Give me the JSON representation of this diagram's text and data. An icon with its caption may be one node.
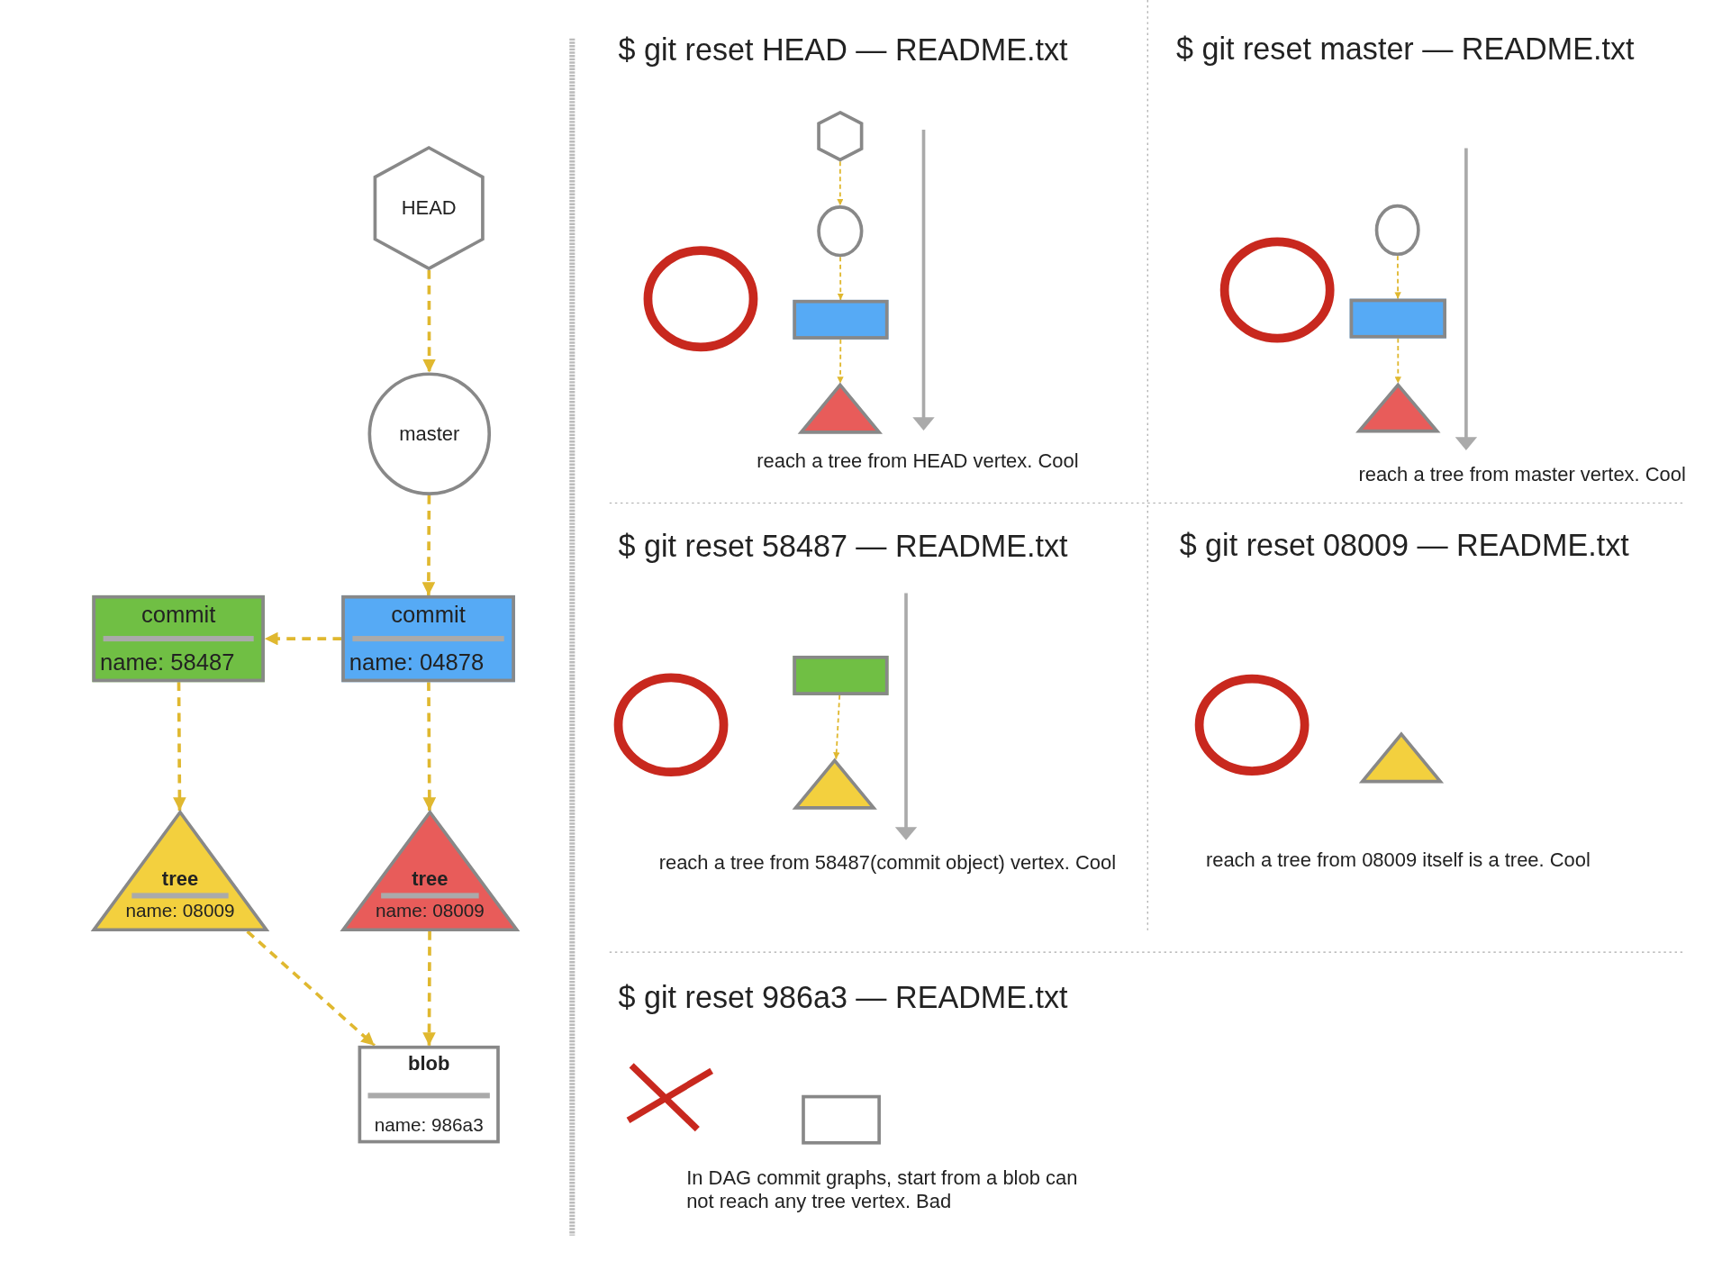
{
  "diagram": {
    "nodes": [
      {
        "text": [
          "HEAD"
        ]
      },
      {
        "text": [
          "master"
        ]
      },
      {
        "text": [
          "commit",
          "name: 58487"
        ]
      },
      {
        "text": [
          "commit",
          "name: 04878"
        ]
      },
      {
        "text": [
          "tree",
          "name: 08009"
        ]
      },
      {
        "text": [
          "tree",
          "name: 08009"
        ]
      },
      {
        "text": [
          "blob",
          "name: 986a3"
        ]
      },
      {
        "text": [],
        "shape": "hexagon"
      },
      {
        "text": [],
        "shape": "circle"
      },
      {
        "text": [],
        "shape": "box"
      },
      {
        "text": [],
        "shape": "triangle"
      },
      {
        "text": [],
        "shape": "circle"
      },
      {
        "text": [],
        "shape": "box"
      },
      {
        "text": [],
        "shape": "triangle"
      },
      {
        "text": [],
        "shape": "box"
      },
      {
        "text": [],
        "shape": "triangle"
      },
      {
        "text": [],
        "shape": "triangle"
      },
      {
        "text": [],
        "shape": "box"
      },
      {
        "text": [],
        "shape": "circle"
      },
      {
        "text": [],
        "shape": "circle"
      },
      {
        "text": [],
        "shape": "circle"
      },
      {
        "text": [],
        "shape": "circle"
      }
    ],
    "edges": [
      {
        "from": 0,
        "to": 1,
        "arrow": "to",
        "style": "dashed"
      },
      {
        "from": 1,
        "to": 3,
        "arrow": "to",
        "style": "dashed"
      },
      {
        "from": 3,
        "to": 2,
        "arrow": "to",
        "style": "dashed"
      },
      {
        "from": 2,
        "to": 4,
        "arrow": "to",
        "style": "dashed"
      },
      {
        "from": 3,
        "to": 5,
        "arrow": "to",
        "style": "dashed"
      },
      {
        "from": 4,
        "to": 6,
        "arrow": "to",
        "style": "dashed"
      },
      {
        "from": 5,
        "to": 6,
        "arrow": "to",
        "style": "dashed"
      },
      {
        "from": 7,
        "to": 8,
        "arrow": "to",
        "style": "dashed"
      },
      {
        "from": 8,
        "to": 9,
        "arrow": "to",
        "style": "dashed"
      },
      {
        "from": 9,
        "to": 10,
        "arrow": "to",
        "style": "dashed"
      },
      {
        "from": 11,
        "to": 12,
        "arrow": "to",
        "style": "dashed"
      },
      {
        "from": 12,
        "to": 13,
        "arrow": "to",
        "style": "dashed"
      },
      {
        "from": 14,
        "to": 15,
        "arrow": "to",
        "style": "dashed"
      }
    ],
    "labels": [
      "$ git reset HEAD — README.txt",
      "$ git reset master — README.txt",
      "reach a tree from HEAD vertex. Cool",
      "reach a tree from master vertex. Cool",
      "$ git reset 58487 — README.txt",
      "$ git reset 08009 — README.txt",
      "reach a tree from 58487(commit object) vertex. Cool",
      "reach a tree from 08009 itself is a tree. Cool",
      "$ git reset 986a3 — README.txt",
      "In DAG commit graphs, start from a blob can not reach any tree vertex. Bad"
    ]
  }
}
